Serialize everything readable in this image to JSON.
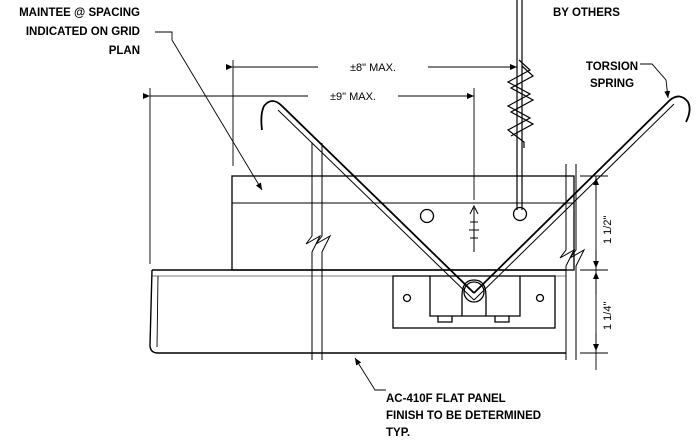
{
  "labels": {
    "mainteeLine1": "MAINTEE @ SPACING",
    "mainteeLine2": "INDICATED ON GRID",
    "mainteeLine3": "PLAN",
    "byOthers": "BY OTHERS",
    "torsionLine1": "TORSION",
    "torsionLine2": "SPRING",
    "panelLine1": "AC-410F FLAT PANEL",
    "panelLine2": "FINISH TO BE DETERMINED",
    "panelLine3": "TYP."
  },
  "dimensions": {
    "max8": "±8\" MAX.",
    "max9": "±9\" MAX.",
    "height1": "1 1/2\"",
    "height2": "1 1/4\""
  }
}
